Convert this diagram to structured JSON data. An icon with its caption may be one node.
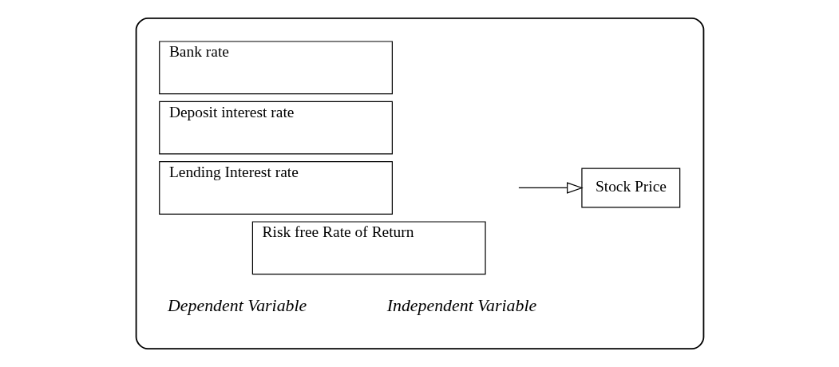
{
  "diagram": {
    "nodes": [
      {
        "text": [],
        "shape": "box"
      },
      {
        "text": [
          "Bank rate"
        ],
        "in": 0
      },
      {
        "text": [
          "Deposit interest rate"
        ],
        "in": 0
      },
      {
        "text": [
          "Lending Interest rate"
        ],
        "in": 0
      },
      {
        "text": [
          "Risk free Rate of Return"
        ],
        "in": 0
      },
      {
        "text": [
          "Stock Price"
        ],
        "in": 0
      }
    ],
    "edges": [
      {
        "from": null,
        "to": 5,
        "arrow": "to"
      }
    ],
    "labels": [
      "Independent Variable",
      "Dependent Variable"
    ]
  }
}
